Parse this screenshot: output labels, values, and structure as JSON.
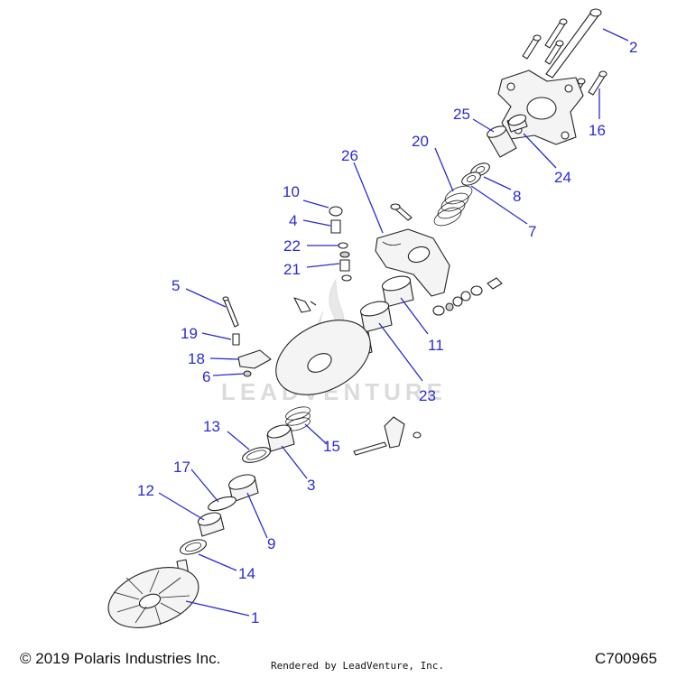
{
  "watermark": "LEADVENTURE",
  "footer": {
    "copyright": "© 2019 Polaris Industries Inc.",
    "rendered_by": "Rendered by LeadVenture, Inc.",
    "diagram_id": "C700965"
  },
  "callouts": {
    "c1": "1",
    "c2": "2",
    "c3": "3",
    "c4": "4",
    "c5": "5",
    "c6": "6",
    "c7": "7",
    "c8": "8",
    "c9": "9",
    "c10": "10",
    "c11": "11",
    "c12": "12",
    "c13": "13",
    "c14": "14",
    "c15": "15",
    "c16": "16",
    "c17": "17",
    "c18": "18",
    "c19": "19",
    "c20": "20",
    "c21": "21",
    "c22": "22",
    "c23": "23",
    "c24": "24",
    "c25": "25",
    "c26": "26"
  },
  "colors": {
    "callout": "#2b2bd6",
    "line": "#222222",
    "watermark": "#d8d8d8"
  }
}
